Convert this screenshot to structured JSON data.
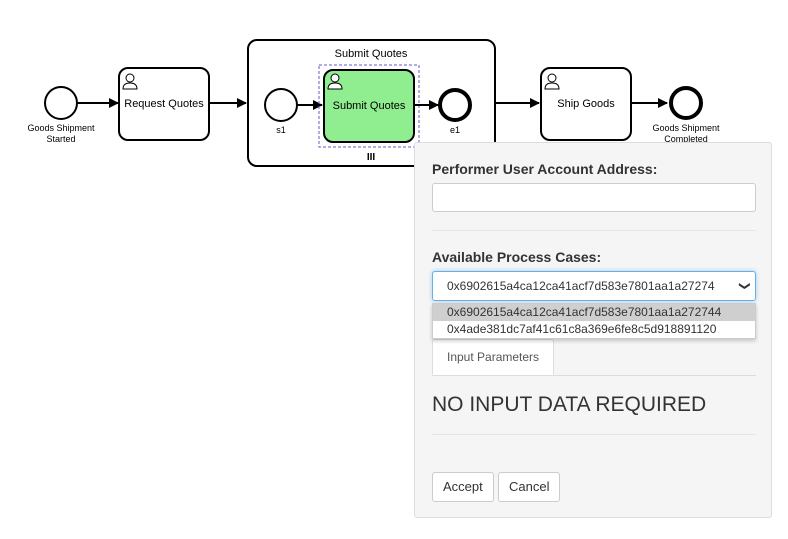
{
  "diagram": {
    "start_event_label_line1": "Goods Shipment",
    "start_event_label_line2": "Started",
    "task_request_quotes": "Request Quotes",
    "subprocess_title": "Submit Quotes",
    "sub_start_label": "s1",
    "task_submit_quotes": "Submit Quotes",
    "sub_end_label": "e1",
    "task_ship_goods": "Ship Goods",
    "end_event_label_line1": "Goods Shipment",
    "end_event_label_line2": "Completed",
    "multi_instance_marker": "III",
    "active_task_color": "#90ee90"
  },
  "form": {
    "performer_label": "Performer User Account Address:",
    "performer_value": "",
    "cases_label": "Available Process Cases:",
    "selected_case": "0x6902615a4ca12ca41acf7d583e7801aa1a27274",
    "case_options": [
      "0x6902615a4ca12ca41acf7d583e7801aa1a272744",
      "0x4ade381dc7af41c61c8a369e6fe8c5d918891120"
    ],
    "tab_label": "Input Parameters",
    "no_input_text": "NO INPUT DATA REQUIRED",
    "accept_label": "Accept",
    "cancel_label": "Cancel",
    "focus_color": "#66afe9"
  }
}
